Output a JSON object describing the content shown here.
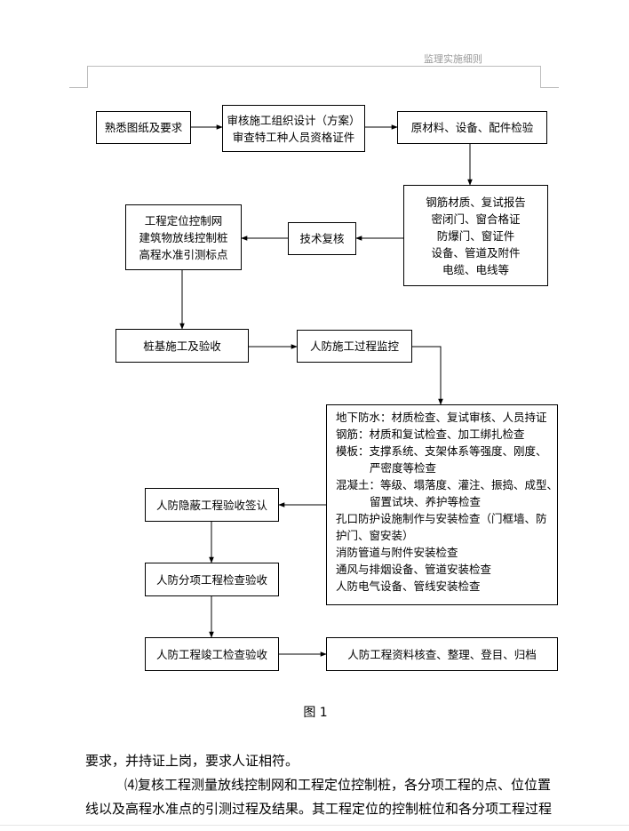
{
  "header": {
    "title": "监理实施细则"
  },
  "flowchart": {
    "n1": [
      "熟悉图纸及要求"
    ],
    "n2": [
      "审核施工组织设计（方案）",
      "审查特工种人员资格证件"
    ],
    "n3": [
      "原材料、设备、配件检验"
    ],
    "n4": [
      "钢筋材质、复试报告",
      "密闭门、窗合格证",
      "防爆门、窗证件",
      "设备、管道及附件",
      "电缆、电线等"
    ],
    "n5": [
      "技术复核"
    ],
    "n6": [
      "工程定位控制网",
      "建筑物放线控制桩",
      "高程水准引测标点"
    ],
    "n7": [
      "桩基施工及验收"
    ],
    "n8": [
      "人防施工过程监控"
    ],
    "n9": [
      "地下防水：材质检查、复试审核、人员持证",
      "钢筋：材质和复试检查、加工绑扎检查",
      "模板：支撑系统、支架体系等强度、刚度、",
      "严密度等检查",
      "混凝土：等级、塌落度、灌注、振捣、成型、",
      "留置试块、养护等检查",
      "孔口防护设施制作与安装检查（门框墙、防",
      "护门、窗安装）",
      "消防管道与附件安装检查",
      "通风与排烟设备、管道安装检查",
      "人防电气设备、管线安装检查"
    ],
    "n10": [
      "人防隐蔽工程验收签认"
    ],
    "n11": [
      "人防分项工程检查验收"
    ],
    "n12": [
      "人防工程竣工检查验收"
    ],
    "n13": [
      "人防工程资料核查、整理、登目、归档"
    ]
  },
  "caption": "图 1",
  "body_text": {
    "line1": "要求，并持证上岗，要求人证相符。",
    "line2": "⑷复核工程测量放线控制网和工程定位控制桩，各分项工程的点、位位置",
    "line3": "线以及高程水准点的引测过程及结果。其工程定位的控制桩位和各分项工程过程"
  }
}
